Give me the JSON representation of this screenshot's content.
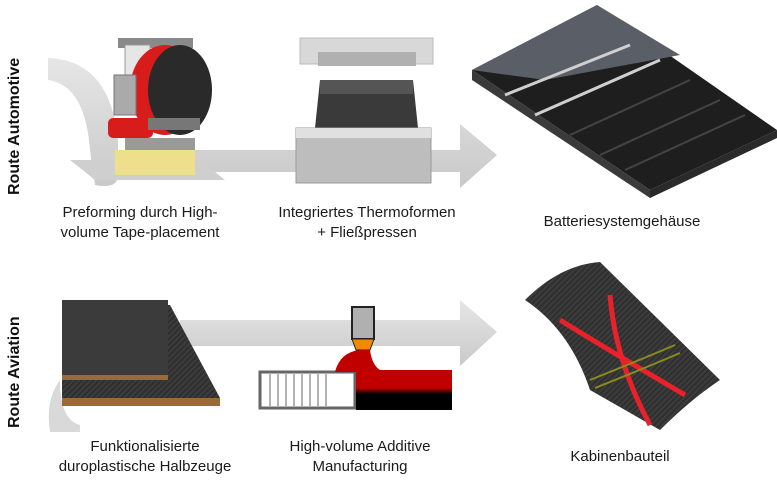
{
  "routes": [
    {
      "label": "Route Automotive",
      "steps": [
        {
          "caption_line1": "Preforming durch High-",
          "caption_line2": "volume Tape-placement"
        },
        {
          "caption_line1": "Integriertes Thermoformen",
          "caption_line2": "+ Fließpressen"
        }
      ],
      "result": {
        "caption": "Batteriesystemgehäuse"
      }
    },
    {
      "label": "Route Aviation",
      "steps": [
        {
          "caption_line1": "Funktionalisierte",
          "caption_line2": "duroplastische Halbzeuge"
        },
        {
          "caption_line1": "High-volume Additive",
          "caption_line2": "Manufacturing"
        }
      ],
      "result": {
        "caption": "Kabinenbauteil"
      }
    }
  ],
  "colors": {
    "arrow": "#d9d9d9",
    "accent_red": "#d4141c",
    "carbon": "#2e2e2e"
  }
}
